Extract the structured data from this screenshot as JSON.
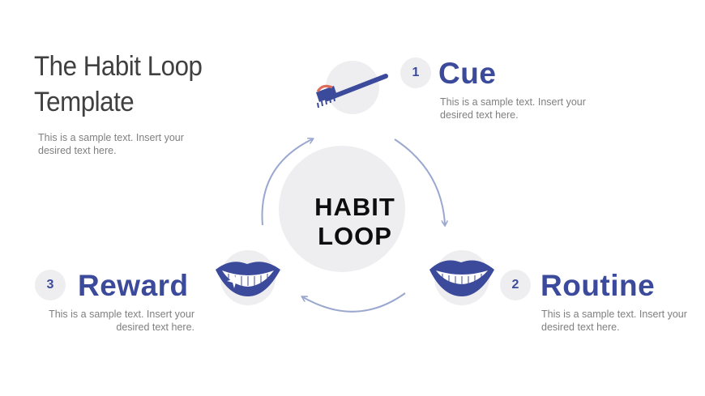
{
  "title": "The Habit Loop Template",
  "intro": "This is a sample text. Insert your desired text here.",
  "center": {
    "line1": "HABIT",
    "line2": "LOOP"
  },
  "steps": [
    {
      "number": "1",
      "title": "Cue",
      "text": "This is a sample text. Insert your desired text here.",
      "icon": "toothbrush-icon"
    },
    {
      "number": "2",
      "title": "Routine",
      "text": "This is a sample text. Insert your desired text here.",
      "icon": "smile-icon"
    },
    {
      "number": "3",
      "title": "Reward",
      "text": "This is a sample text. Insert your desired text here.",
      "icon": "sparkling-smile-icon"
    }
  ],
  "colors": {
    "accent": "#3b4a9a",
    "arrow": "#9aa8cf",
    "circle": "#eeeef0",
    "body_text": "#7f7f7f"
  }
}
